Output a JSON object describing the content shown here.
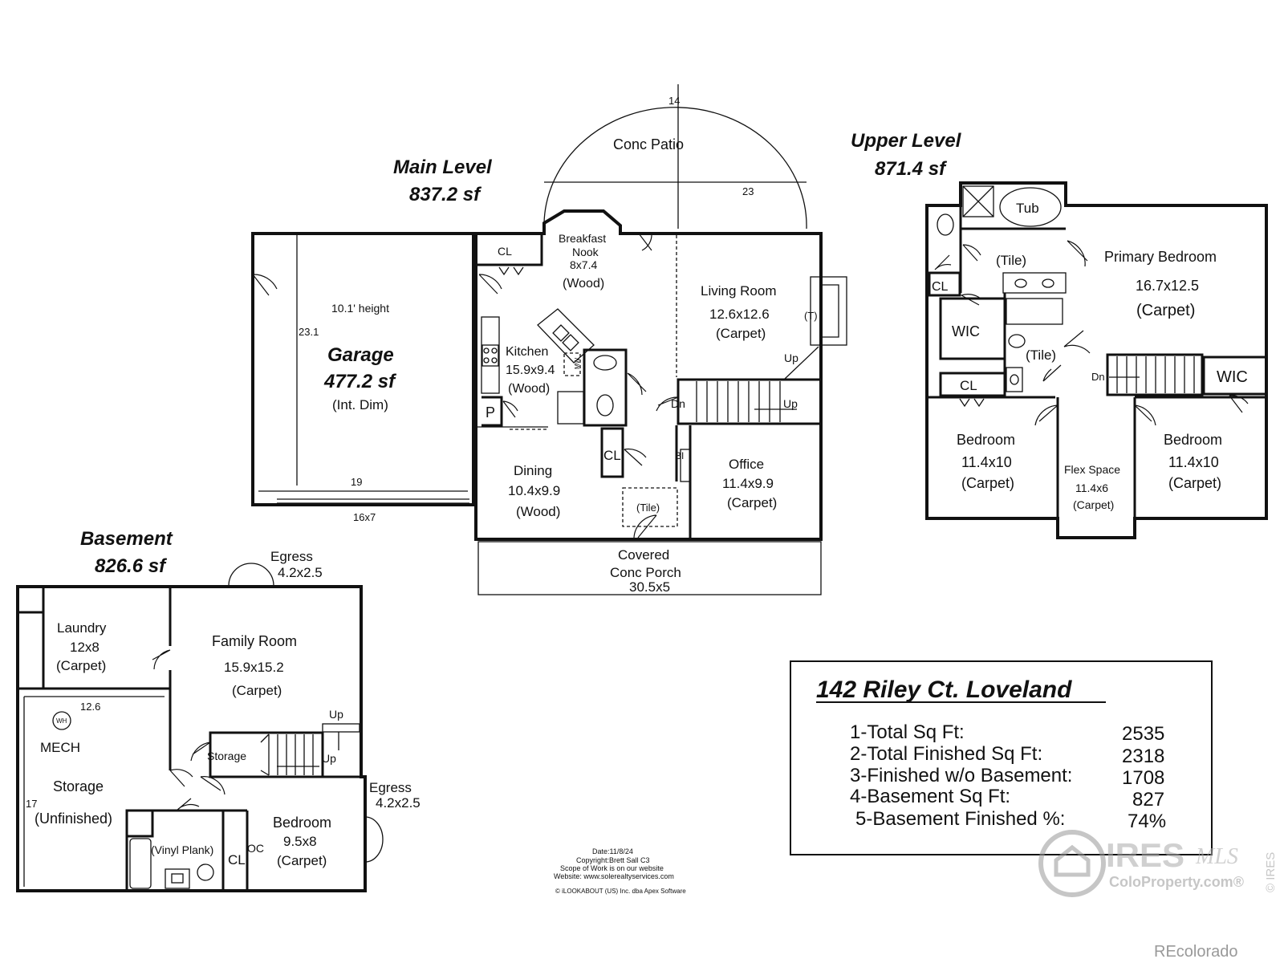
{
  "main": {
    "title": "Main Level",
    "area": "837.2 sf",
    "patio": {
      "label": "Conc Patio",
      "dim_v": "14",
      "dim_h": "23"
    },
    "garage": {
      "label": "Garage",
      "area": "477.2 sf",
      "note": "(Int. Dim)",
      "height": "10.1' height",
      "dim_v": "23.1",
      "dim_h": "19",
      "door": "16x7"
    },
    "cl_top": "CL",
    "nook": {
      "line1": "Breakfast",
      "line2": "Nook",
      "dim": "8x7.4",
      "floor": "(Wood)"
    },
    "kitchen": {
      "label": "Kitchen",
      "dim": "15.9x9.4",
      "floor": "(Wood)",
      "mw": "MW"
    },
    "pantry": "P",
    "living": {
      "label": "Living Room",
      "dim": "12.6x12.6",
      "floor": "(Carpet)",
      "t": "(T)"
    },
    "stairs": {
      "up1": "Up",
      "up2": "Up",
      "dn": "Dn",
      "bi": "BI"
    },
    "dining": {
      "label": "Dining",
      "dim": "10.4x9.9",
      "floor": "(Wood)"
    },
    "cl_mid": "CL",
    "tile": "(Tile)",
    "office": {
      "label": "Office",
      "dim": "11.4x9.9",
      "floor": "(Carpet)"
    },
    "porch": {
      "line1": "Covered",
      "line2": "Conc Porch",
      "dim": "30.5x5"
    }
  },
  "upper": {
    "title": "Upper Level",
    "area": "871.4 sf",
    "tub": "Tub",
    "tile1": "(Tile)",
    "tile2": "(Tile)",
    "cl1": "CL",
    "cl2": "CL",
    "wic1": "WIC",
    "wic2": "WIC",
    "primary": {
      "label": "Primary Bedroom",
      "dim": "16.7x12.5",
      "floor": "(Carpet)"
    },
    "dn": "Dn",
    "bed1": {
      "label": "Bedroom",
      "dim": "11.4x10",
      "floor": "(Carpet)"
    },
    "flex": {
      "label": "Flex Space",
      "dim": "11.4x6",
      "floor": "(Carpet)"
    },
    "bed2": {
      "label": "Bedroom",
      "dim": "11.4x10",
      "floor": "(Carpet)"
    }
  },
  "basement": {
    "title": "Basement",
    "area": "826.6 sf",
    "egress1": {
      "label": "Egress",
      "dim": "4.2x2.5"
    },
    "egress2": {
      "label": "Egress",
      "dim": "4.2x2.5"
    },
    "laundry": {
      "label": "Laundry",
      "dim": "12x8",
      "floor": "(Carpet)"
    },
    "family": {
      "label": "Family Room",
      "dim": "15.9x15.2",
      "floor": "(Carpet)"
    },
    "wh": "WH",
    "mech": "MECH",
    "storage": {
      "label": "Storage",
      "floor": "(Unfinished)",
      "dim_h": "12.6",
      "dim_v": "17"
    },
    "storage2": "Storage",
    "up1": "Up",
    "up2": "Up",
    "vinyl": "(Vinyl Plank)",
    "cl": "CL",
    "oc": "OC",
    "bedroom": {
      "label": "Bedroom",
      "dim": "9.5x8",
      "floor": "(Carpet)"
    }
  },
  "summary": {
    "address": "142 Riley Ct. Loveland",
    "rows": [
      {
        "label": "1-Total Sq Ft:",
        "value": "2535"
      },
      {
        "label": "2-Total Finished Sq Ft:",
        "value": "2318"
      },
      {
        "label": "3-Finished w/o Basement:",
        "value": "1708"
      },
      {
        "label": "4-Basement Sq Ft:",
        "value": "827"
      },
      {
        "label": "5-Basement Finished %:",
        "value": "74%"
      }
    ]
  },
  "credits": {
    "date": "Date:11/8/24",
    "copyright": "Copyright:Brett Sall C3",
    "scope": "Scope of Work is on our website",
    "website": "Website: www.solerealtyservices.com",
    "software": "© iLOOKABOUT (US) Inc. dba Apex Software"
  },
  "watermark": {
    "ires": "IRES",
    "mls": "MLS",
    "colo": "ColoProperty.com®",
    "side": "© IRES",
    "recolorado": "REcolorado"
  }
}
